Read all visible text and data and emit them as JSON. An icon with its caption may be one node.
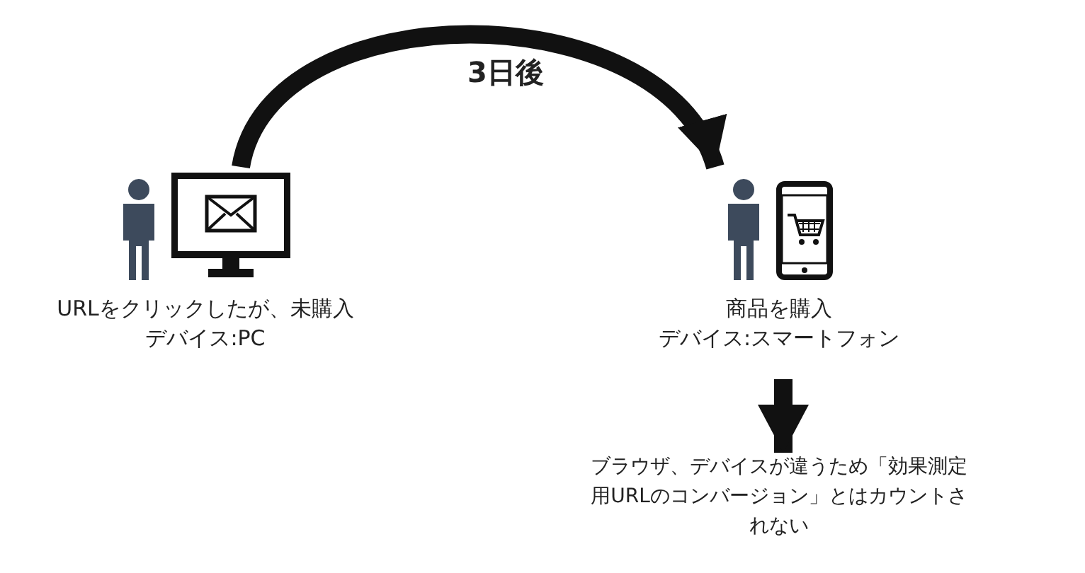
{
  "diagram": {
    "nodes": [
      {
        "text": [],
        "shape": "picture",
        "beside": [
          "URLをクリックしたが、未購入",
          "デバイス:PC"
        ]
      },
      {
        "text": [],
        "shape": "picture",
        "beside": [
          "商品を購入",
          "デバイス:スマートフォン"
        ]
      },
      {
        "text": [
          "ブラウザ、デバイスが違うため「効果測定用URLのコンバージョン」とはカウントされない"
        ]
      }
    ],
    "edges": [
      {
        "from": 0,
        "to": 1,
        "arrow": "to",
        "label": "3日後"
      },
      {
        "from": 1,
        "to": 2,
        "arrow": "to"
      }
    ]
  }
}
